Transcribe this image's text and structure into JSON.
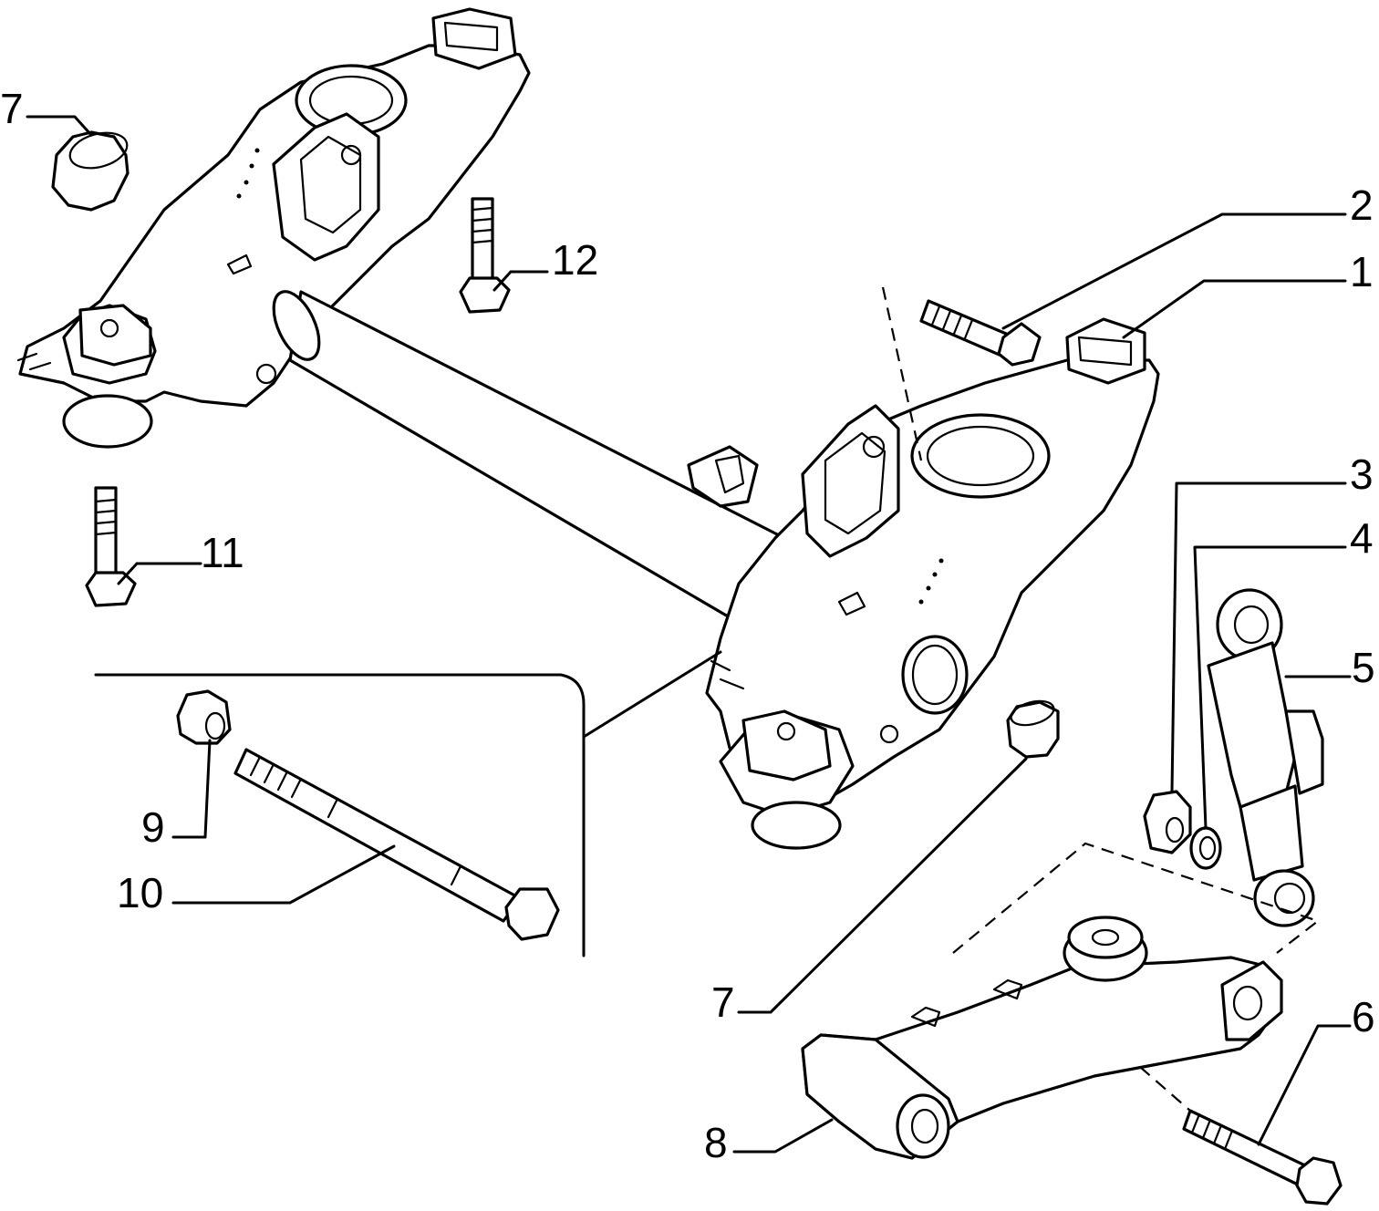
{
  "diagram": {
    "callouts": [
      {
        "id": "c7a",
        "text": "7"
      },
      {
        "id": "c12",
        "text": "12"
      },
      {
        "id": "c2",
        "text": "2"
      },
      {
        "id": "c1",
        "text": "1"
      },
      {
        "id": "c11",
        "text": "11"
      },
      {
        "id": "c3",
        "text": "3"
      },
      {
        "id": "c4",
        "text": "4"
      },
      {
        "id": "c5",
        "text": "5"
      },
      {
        "id": "c9",
        "text": "9"
      },
      {
        "id": "c10",
        "text": "10"
      },
      {
        "id": "c7b",
        "text": "7"
      },
      {
        "id": "c6",
        "text": "6"
      },
      {
        "id": "c8",
        "text": "8"
      }
    ],
    "parts": [
      "rear-axle-crossmember",
      "mounting-bolt",
      "trailing-arm-bracket-right",
      "trailing-arm-bracket-left",
      "nut",
      "washer",
      "shock-absorber",
      "bolt",
      "suspension-arm",
      "self-locking-nut",
      "through-bolt",
      "bushing",
      "screw-11",
      "screw-12"
    ]
  }
}
